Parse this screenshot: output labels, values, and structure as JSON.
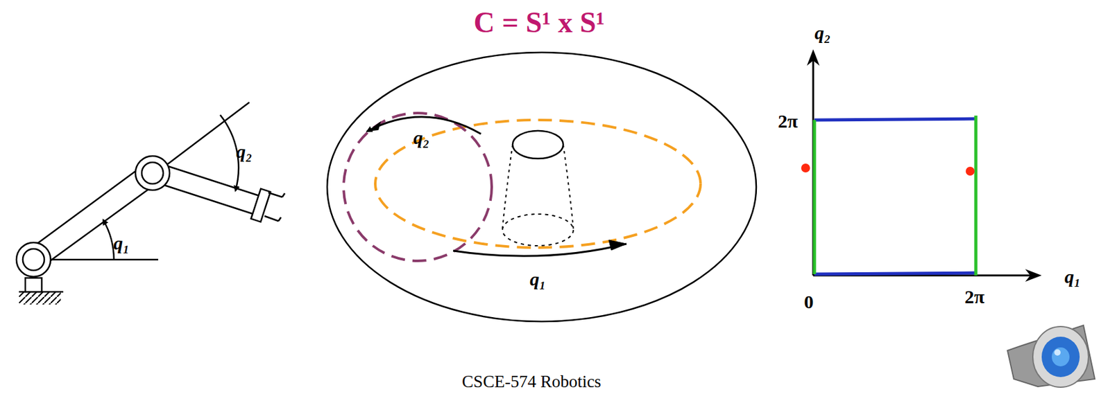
{
  "diagram": {
    "title": "C = S¹ x S¹",
    "labels": [
      "q₂",
      "q₁",
      "q₂",
      "q₁",
      "q₂",
      "2π",
      "0",
      "2π",
      "q₁",
      "CSCE-574 Robotics"
    ]
  }
}
